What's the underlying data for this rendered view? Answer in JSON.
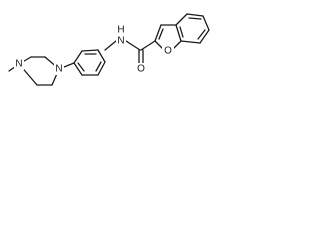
{
  "molecule": {
    "atoms": [
      {
        "id": "N_methyl",
        "label": "N"
      },
      {
        "id": "N_aryl",
        "label": "N"
      },
      {
        "id": "N_amide",
        "label": "N"
      },
      {
        "id": "H_amide",
        "label": "H"
      },
      {
        "id": "O_carbonyl",
        "label": "O"
      },
      {
        "id": "O_furan",
        "label": "O"
      }
    ]
  }
}
